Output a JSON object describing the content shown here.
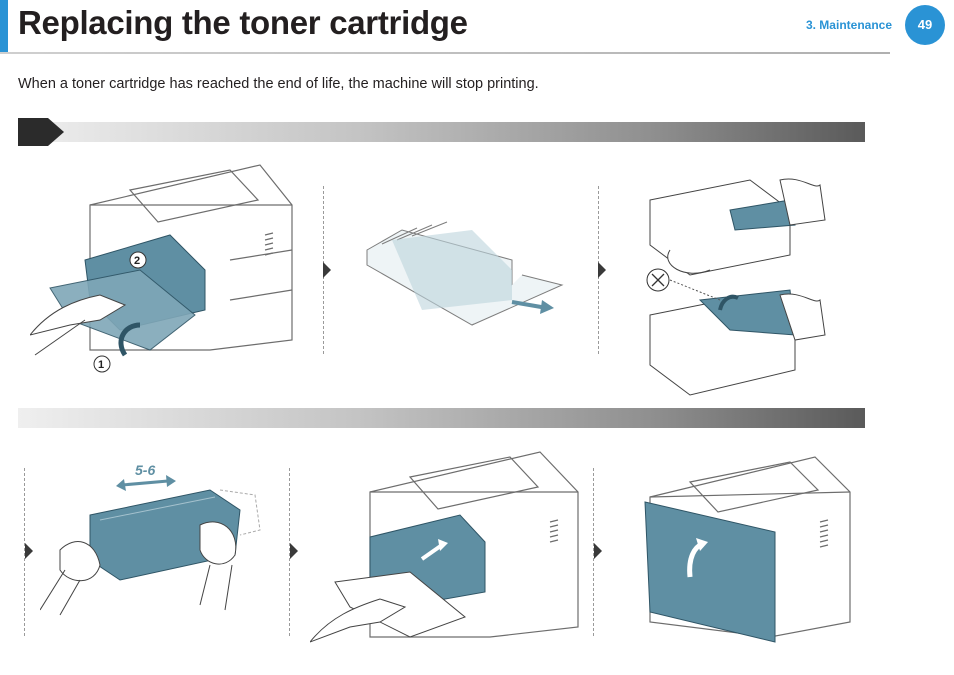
{
  "header": {
    "title": "Replacing the toner cartridge",
    "section": "3.  Maintenance",
    "page_number": "49"
  },
  "intro_text": "When a toner cartridge has reached the end of life, the machine will stop printing.",
  "callouts": {
    "step_1": "1",
    "step_2": "2",
    "shake": "5-6"
  },
  "colors": {
    "accent": "#2a93d5",
    "cartridge": "#5f8fa3"
  }
}
